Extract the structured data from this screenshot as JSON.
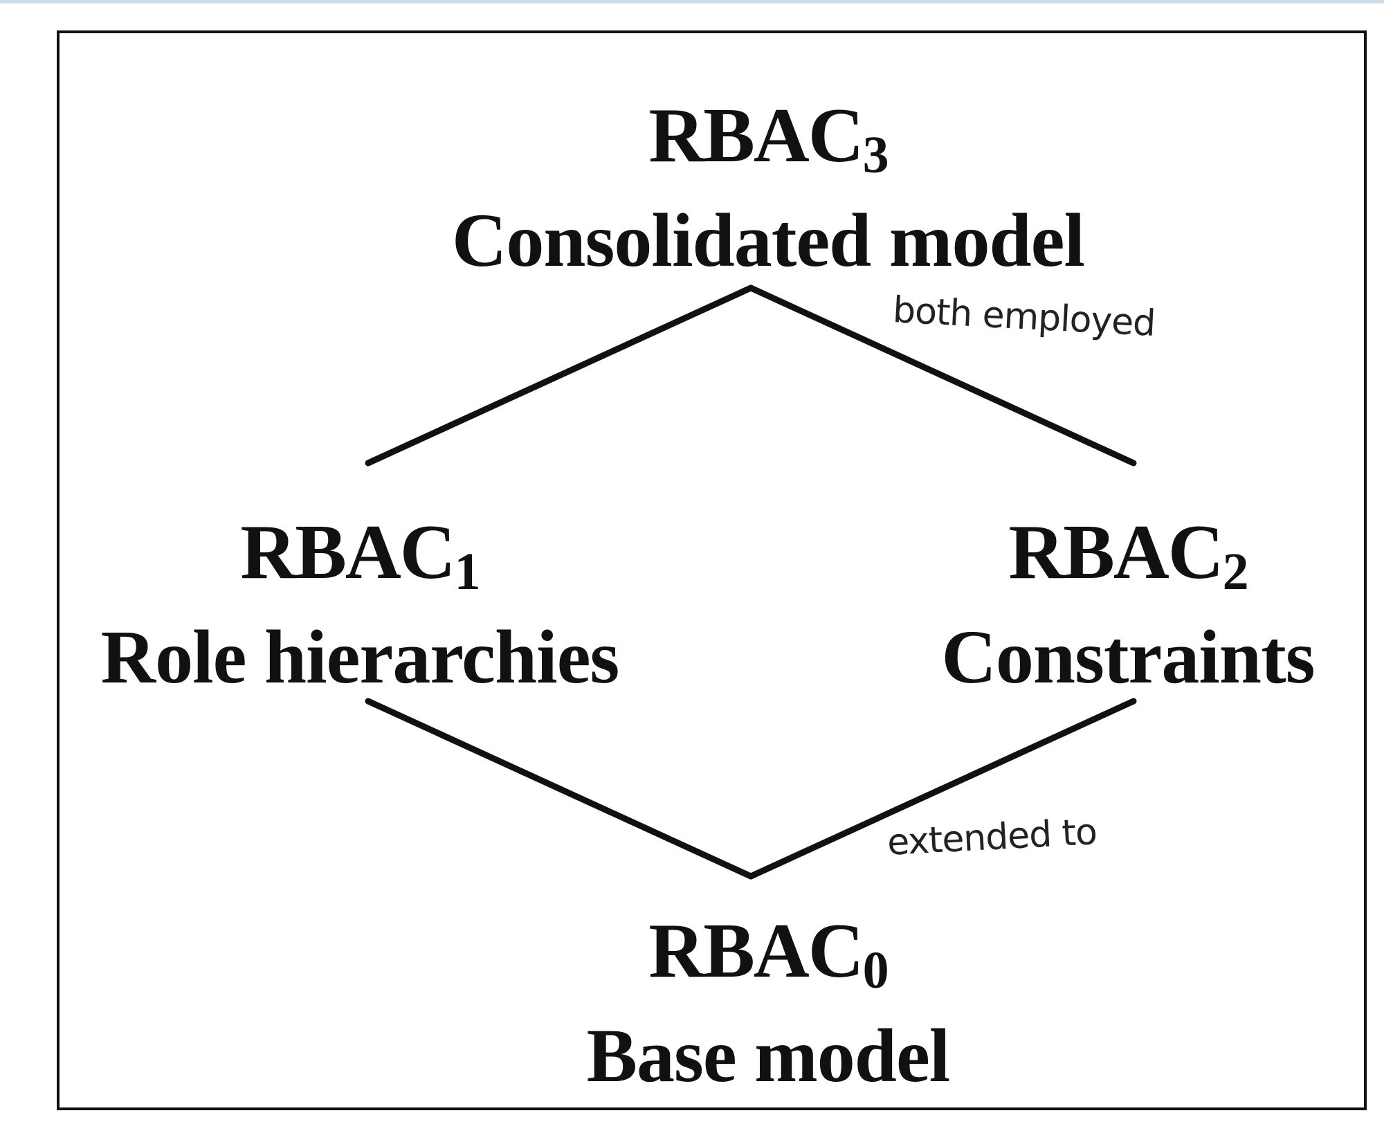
{
  "diagram": {
    "nodes": {
      "rbac3": {
        "name": "RBAC",
        "subscript": "3",
        "description": "Consolidated model"
      },
      "rbac1": {
        "name": "RBAC",
        "subscript": "1",
        "description": "Role hierarchies"
      },
      "rbac2": {
        "name": "RBAC",
        "subscript": "2",
        "description": "Constraints"
      },
      "rbac0": {
        "name": "RBAC",
        "subscript": "0",
        "description": "Base model"
      }
    },
    "edges": [
      {
        "from": "rbac1",
        "to": "rbac3"
      },
      {
        "from": "rbac2",
        "to": "rbac3"
      },
      {
        "from": "rbac0",
        "to": "rbac1"
      },
      {
        "from": "rbac0",
        "to": "rbac2"
      }
    ],
    "annotations": {
      "top_right": "both employed",
      "bottom_right": "extended to"
    }
  }
}
